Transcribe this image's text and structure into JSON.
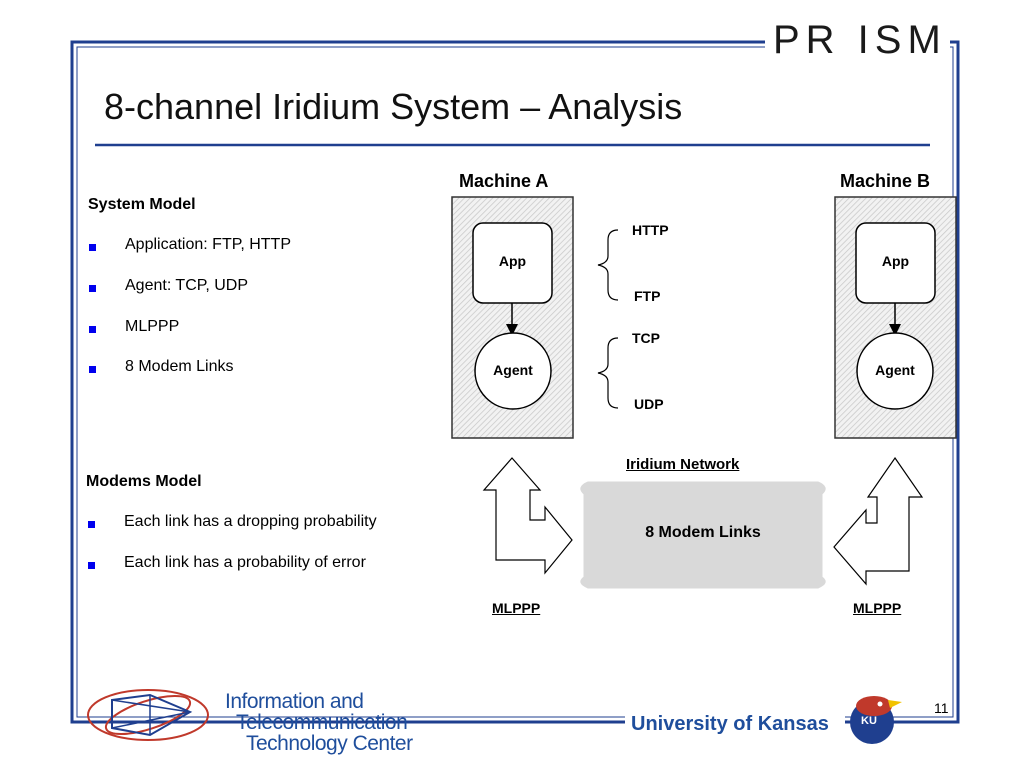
{
  "header": {
    "logo_text": "PR ISM",
    "title": "8-channel Iridium System – Analysis"
  },
  "system_model": {
    "heading": "System Model",
    "items": [
      "Application: FTP, HTTP",
      "Agent: TCP, UDP",
      "MLPPP",
      "8 Modem Links"
    ]
  },
  "modems_model": {
    "heading": "Modems Model",
    "items": [
      "Each link has a dropping probability",
      "Each link has a probability of error"
    ]
  },
  "diagram": {
    "machine_a": {
      "label": "Machine A",
      "app": "App",
      "agent": "Agent"
    },
    "machine_b": {
      "label": "Machine B",
      "app": "App",
      "agent": "Agent"
    },
    "app_protocols": [
      "HTTP",
      "FTP"
    ],
    "agent_protocols": [
      "TCP",
      "UDP"
    ],
    "network_label": "Iridium Network",
    "network_box": "8 Modem Links",
    "mlppp_left": "MLPPP",
    "mlppp_right": "MLPPP"
  },
  "footer": {
    "itc_lines": [
      "Information and",
      "Telecommunication",
      "Technology Center"
    ],
    "university": "University of Kansas",
    "seal_text": "KU",
    "page_number": "11"
  },
  "colors": {
    "frame": "#1f3f8f",
    "bullet": "#0000ee",
    "footer_text": "#1f4e9c",
    "machine_fill": "#e8e8e8",
    "network_fill": "#d9d9d9"
  }
}
